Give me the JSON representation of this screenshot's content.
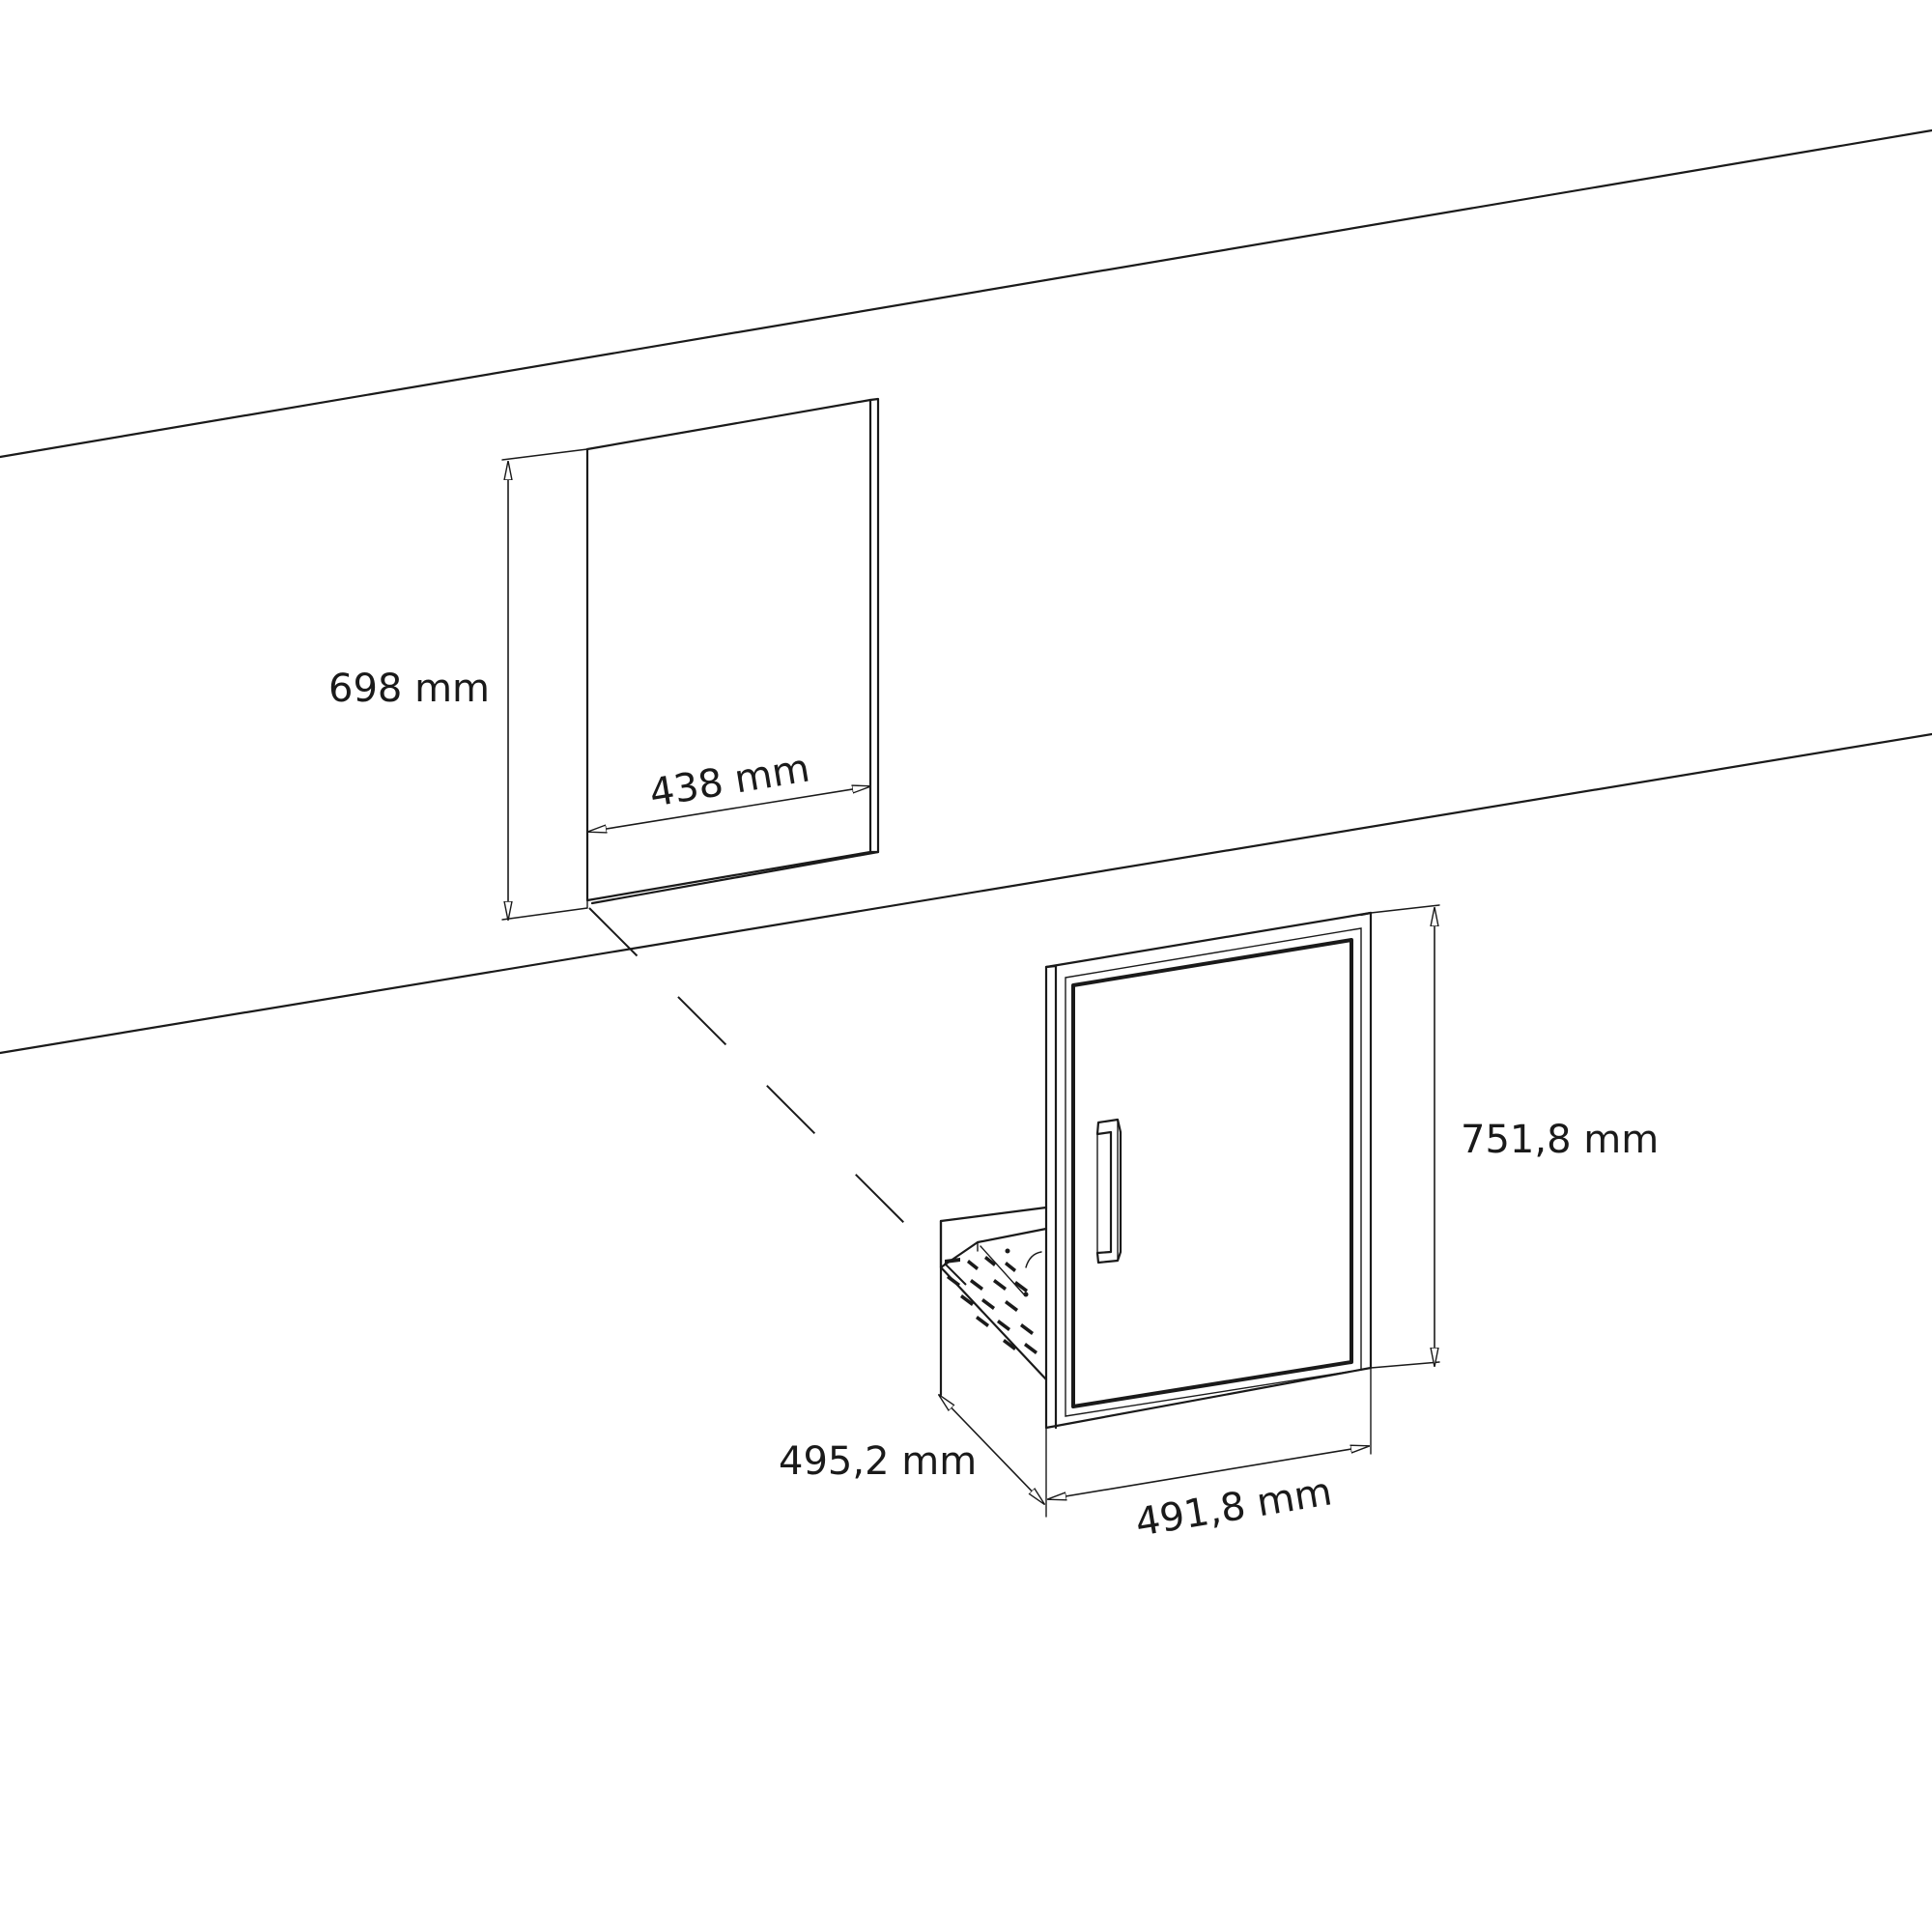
{
  "dimensions": {
    "cutout_height": "698 mm",
    "cutout_width": "438 mm",
    "unit_height": "751,8 mm",
    "unit_depth": "495,2 mm",
    "unit_width": "491,8 mm"
  }
}
